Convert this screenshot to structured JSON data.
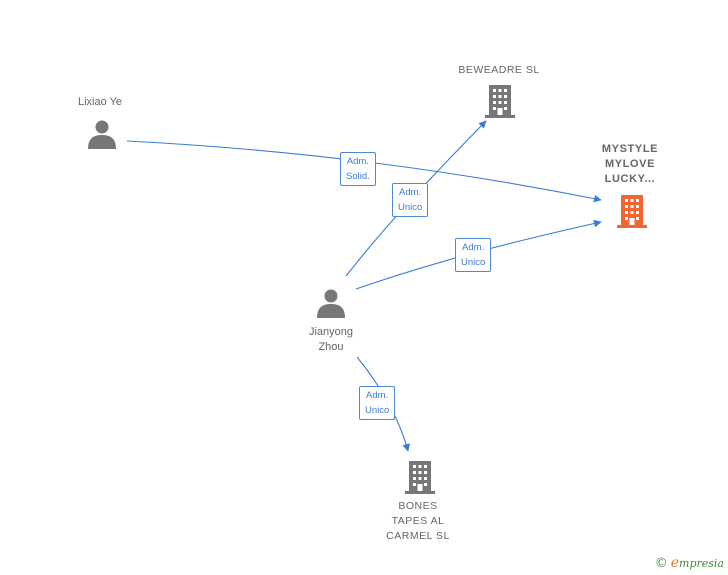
{
  "nodes": {
    "lixiao_ye": {
      "lines": [
        "Lixiao Ye"
      ],
      "kind": "person"
    },
    "jianyong_zhou": {
      "lines": [
        "Jianyong",
        "Zhou"
      ],
      "kind": "person"
    },
    "beweadre": {
      "lines": [
        "BEWEADRE  SL"
      ],
      "kind": "company"
    },
    "mystyle": {
      "lines": [
        "MYSTYLE",
        "MYLOVE",
        "LUCKY..."
      ],
      "kind": "company",
      "focus": true
    },
    "bones": {
      "lines": [
        "BONES",
        "TAPES AL",
        "CARMEL SL"
      ],
      "kind": "company"
    }
  },
  "edges": {
    "lixiao_mystyle": {
      "lines": [
        "Adm.",
        "Solid."
      ]
    },
    "jianyong_beweadre": {
      "lines": [
        "Adm.",
        "Unico"
      ]
    },
    "jianyong_mystyle": {
      "lines": [
        "Adm.",
        "Unico"
      ]
    },
    "jianyong_bones": {
      "lines": [
        "Adm.",
        "Unico"
      ]
    }
  },
  "colors": {
    "person_icon": "#777777",
    "company_icon": "#777777",
    "focus_company_icon": "#f06530",
    "edge": "#3a7bd5",
    "edge_label_text": "#3a7bd5"
  },
  "watermark": {
    "copyright": "©",
    "brand_initial": "e",
    "brand_rest": "mpresia"
  }
}
